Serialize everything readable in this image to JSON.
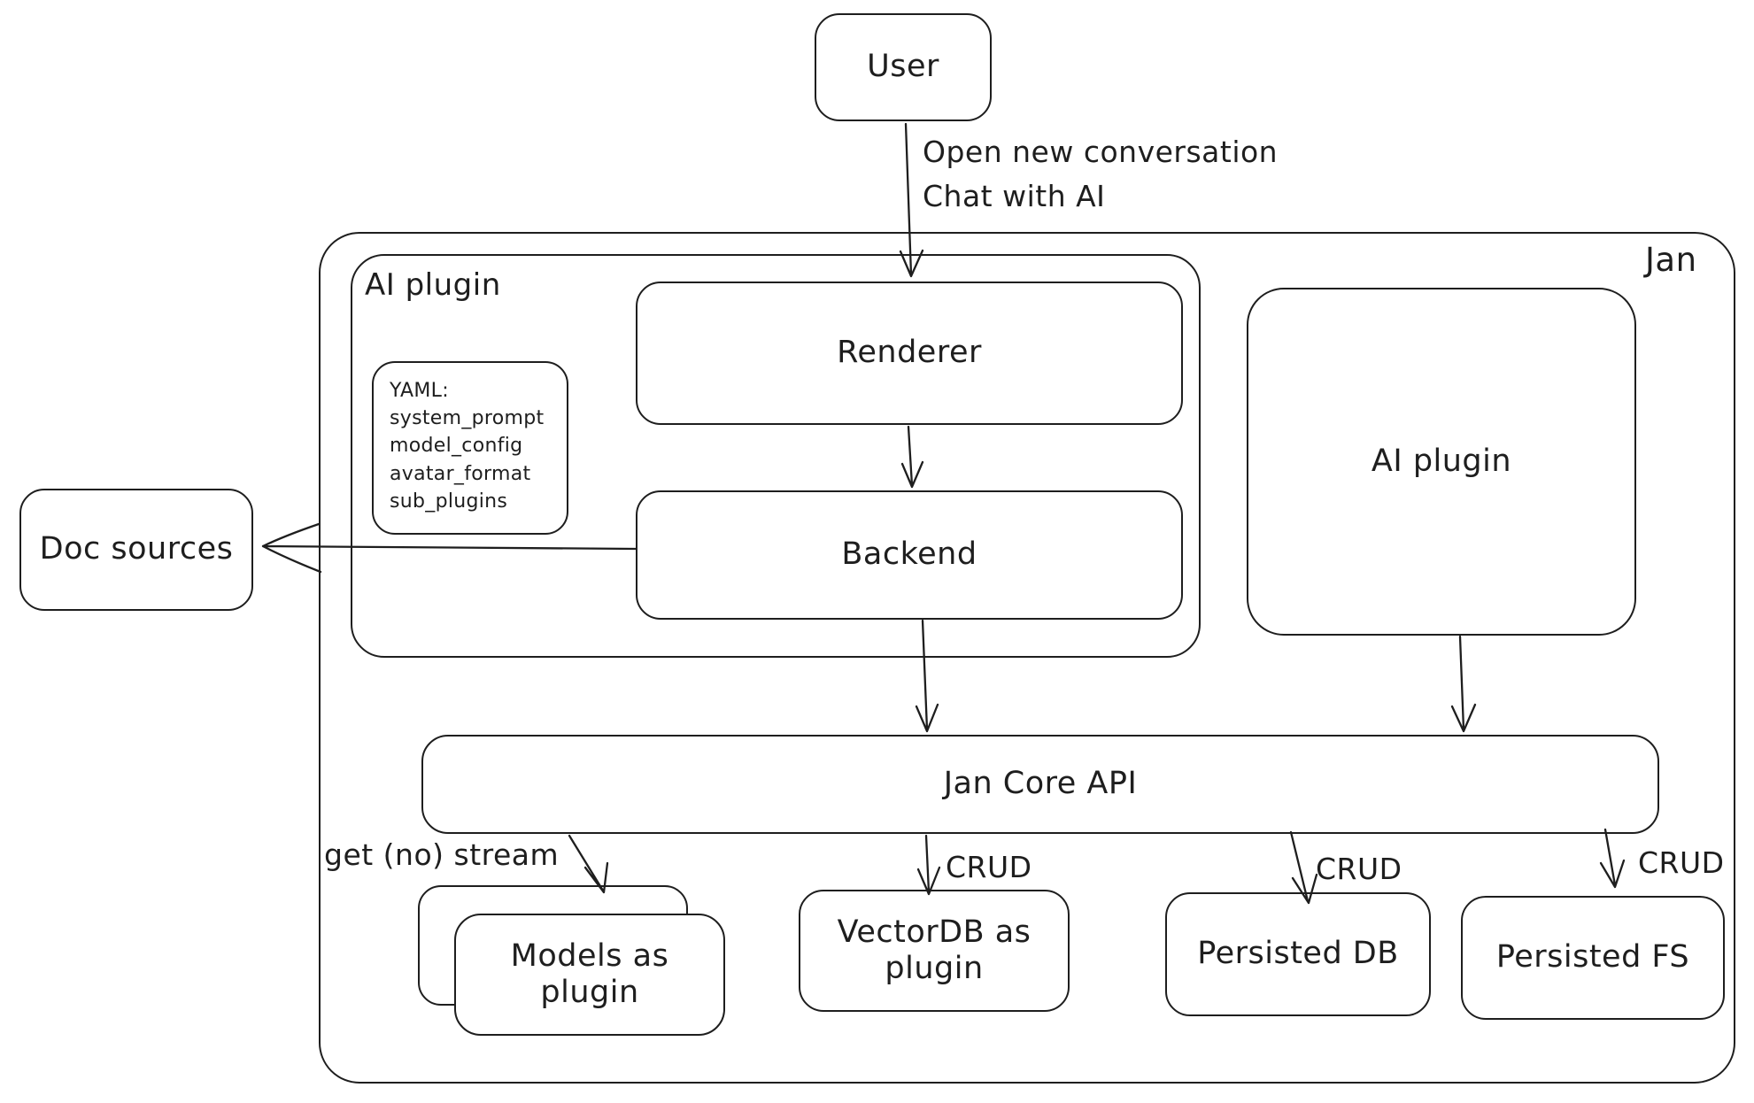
{
  "diagram": {
    "nodes": {
      "user": "User",
      "jan_label": "Jan",
      "ai_plugin_container": "AI plugin",
      "renderer": "Renderer",
      "backend": "Backend",
      "ai_plugin_right": "AI plugin",
      "doc_sources": "Doc sources",
      "jan_core_api": "Jan Core API",
      "models_as_plugin": "Models as plugin",
      "vectordb_as_plugin": "VectorDB as plugin",
      "persisted_db": "Persisted DB",
      "persisted_fs": "Persisted FS"
    },
    "note": {
      "lines": [
        "YAML:",
        "system_prompt",
        "model_config",
        "avatar_format",
        "sub_plugins"
      ]
    },
    "edges": {
      "user_edge_line1": "Open new conversation",
      "user_edge_line2": "Chat with AI",
      "get_stream": "get (no) stream",
      "crud_labels": [
        "CRUD",
        "CRUD",
        "CRUD"
      ]
    },
    "colors": {
      "stroke": "#1e1e1e",
      "background": "#ffffff"
    }
  }
}
